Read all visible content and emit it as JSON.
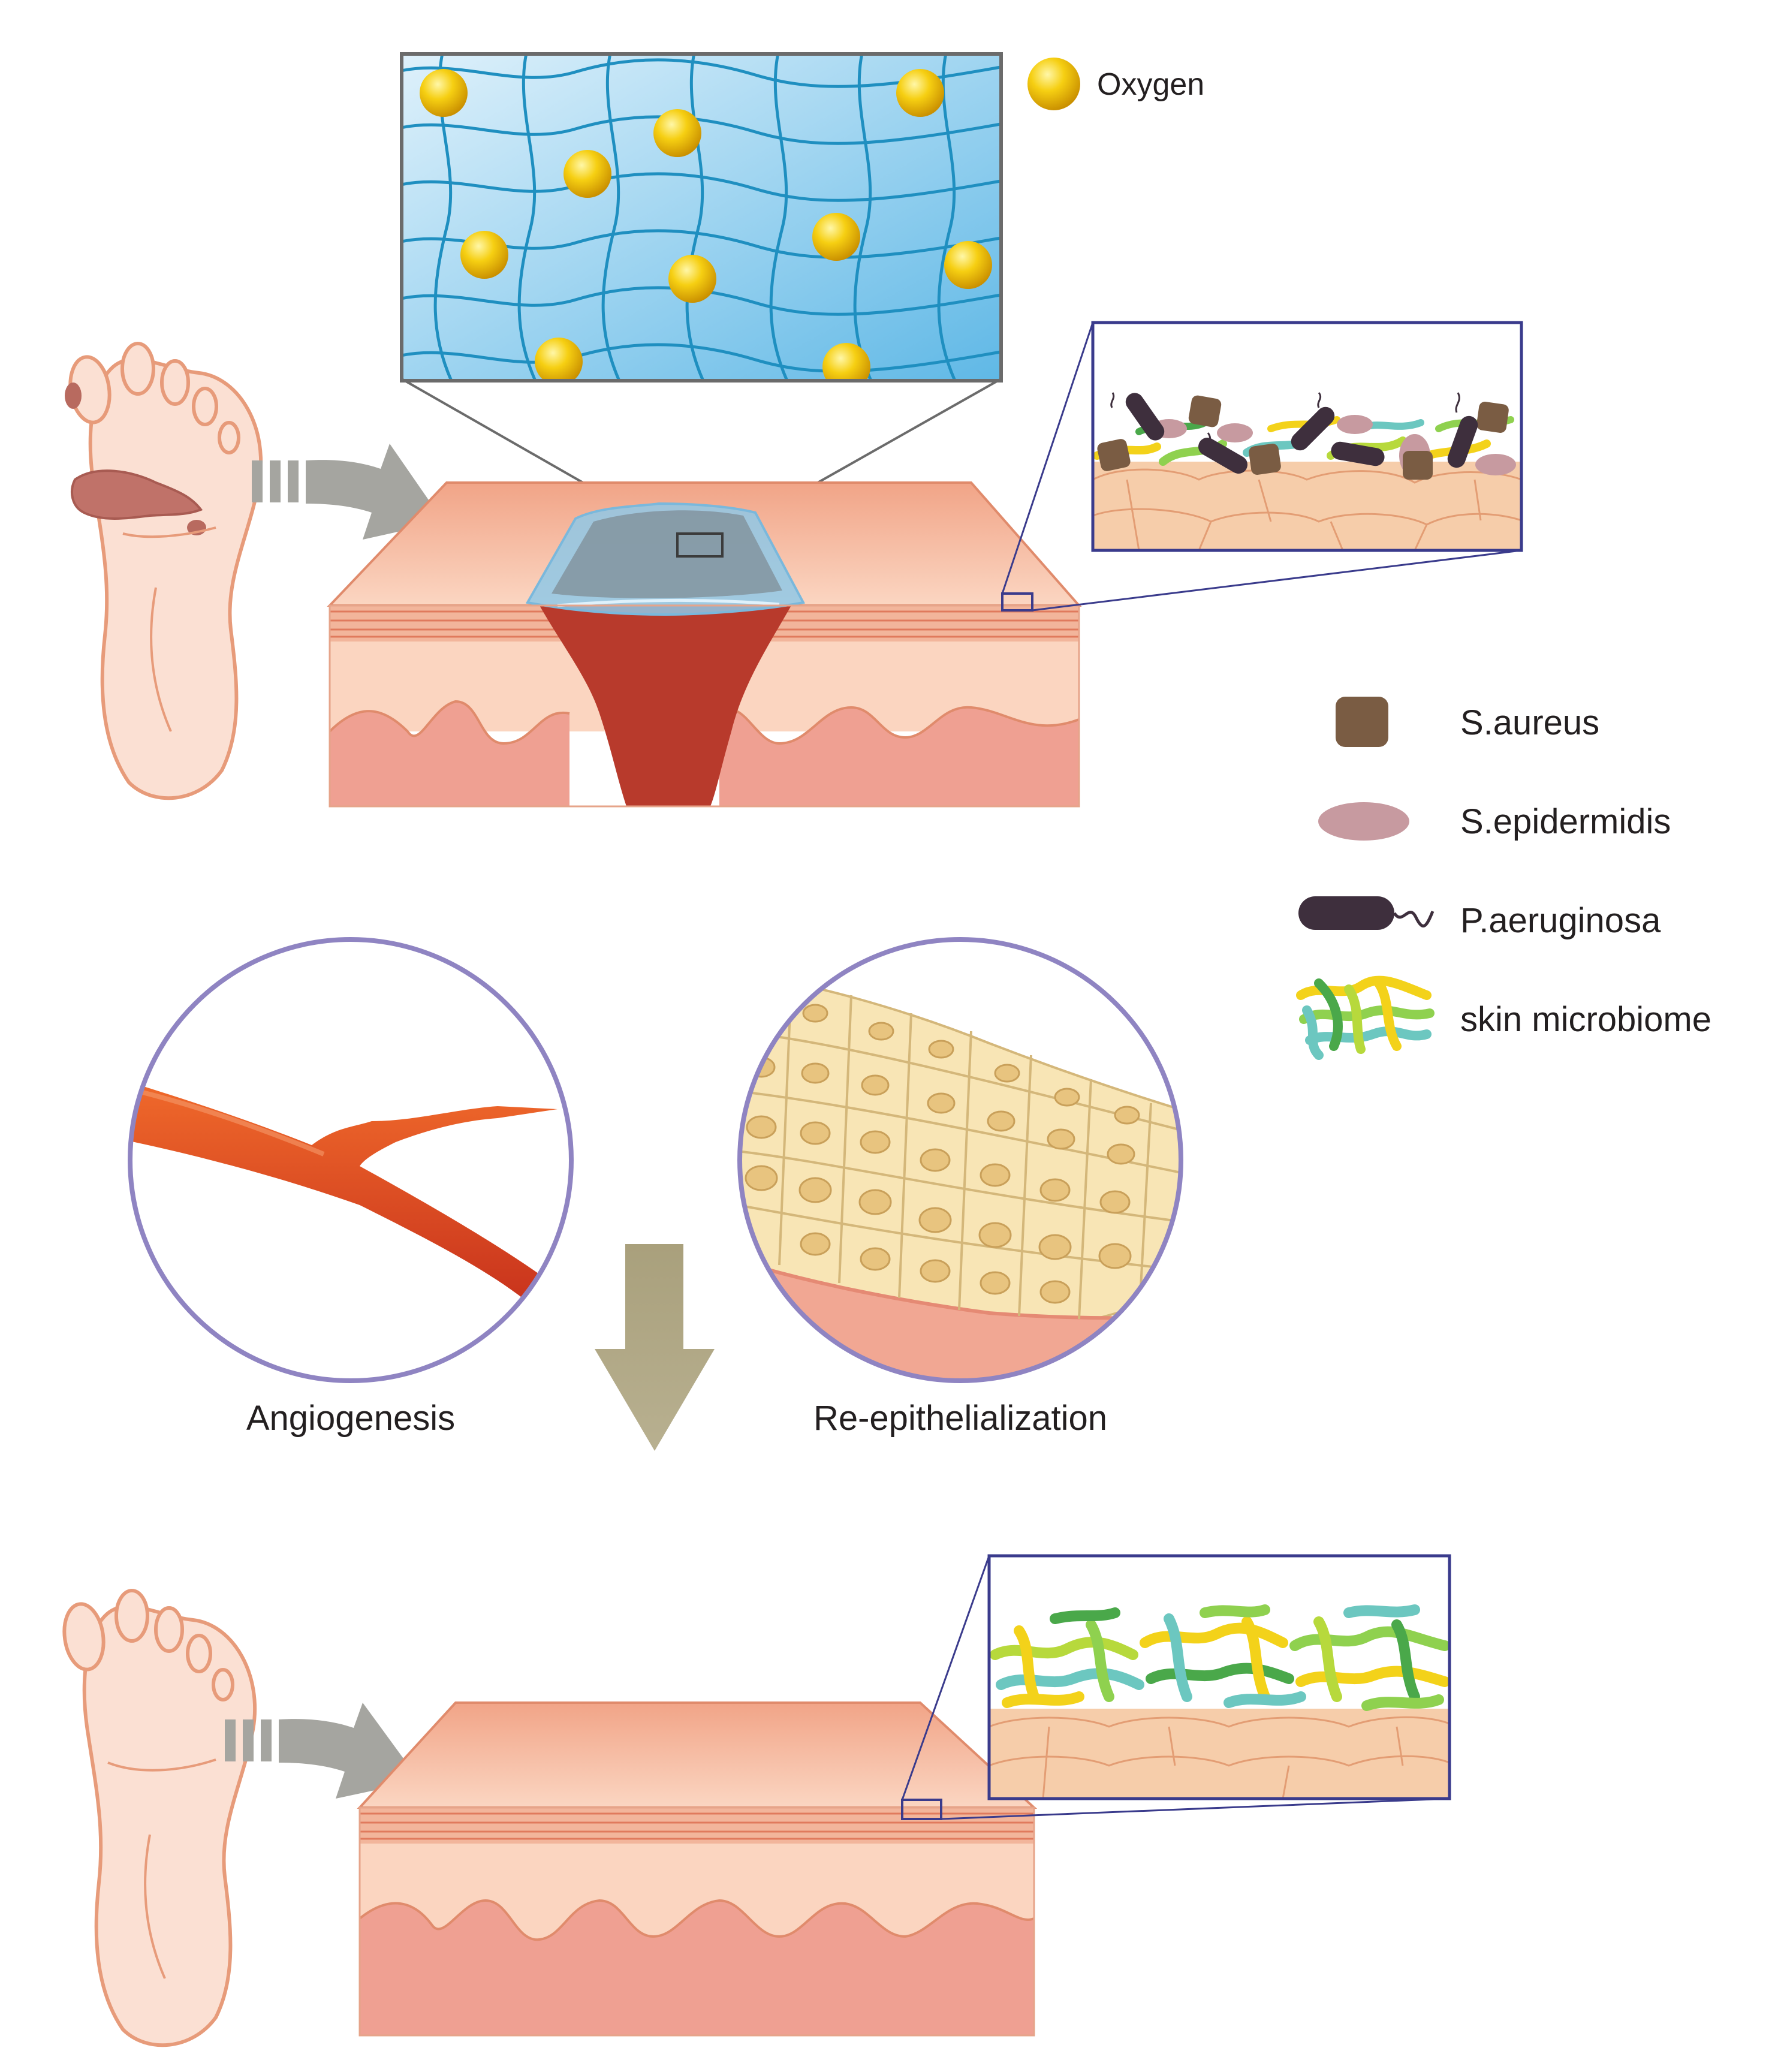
{
  "oxygen_legend": {
    "label": "Oxygen"
  },
  "bacteria_legend": [
    {
      "key": "s-aureus",
      "label": "S.aureus"
    },
    {
      "key": "s-epidermidis",
      "label": "S.epidermidis"
    },
    {
      "key": "p-aeruginosa",
      "label": "P.aeruginosa"
    },
    {
      "key": "skin-microbiome",
      "label": "skin microbiome"
    }
  ],
  "processes": {
    "angiogenesis": "Angiogenesis",
    "re_epithelialization": "Re-epithelialization"
  },
  "colors": {
    "hydrogel": "#bfe3f5",
    "mesh_line": "#1f8fc0",
    "oxygen": "#f2c200",
    "skin_top": "#f4b99c",
    "dermis": "#efa092",
    "wound": "#b83a2c",
    "s_aureus": "#7a5c43",
    "s_epidermidis": "#c79aa0",
    "p_aeruginosa": "#3e2f3d",
    "frame": "#3a3b8c",
    "arrow_grey": "#a5a5a0",
    "arrow_olive": "#aea584"
  }
}
